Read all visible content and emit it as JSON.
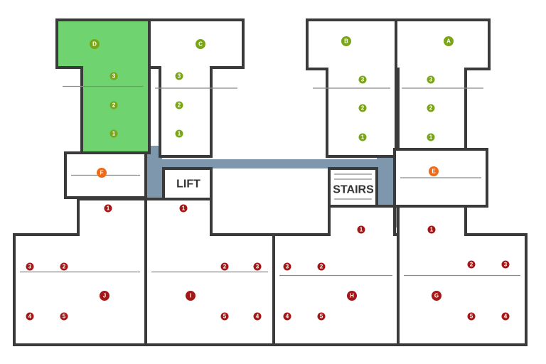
{
  "colors": {
    "selected_fill": "#6fd36f",
    "corridor": "#7f97ad",
    "green_badge": "#7aa516",
    "orange_badge": "#f06a1a",
    "red_badge": "#a51616",
    "wall": "#3a3a3a"
  },
  "selected_flat": "D",
  "labels": {
    "lift": "LIFT",
    "stairs": "STAIRS"
  },
  "flats": [
    {
      "id": "D",
      "color": "green",
      "rooms": [
        "3",
        "2",
        "1"
      ]
    },
    {
      "id": "C",
      "color": "green",
      "rooms": [
        "3",
        "2",
        "1"
      ]
    },
    {
      "id": "B",
      "color": "green",
      "rooms": [
        "3",
        "2",
        "1"
      ]
    },
    {
      "id": "A",
      "color": "green",
      "rooms": [
        "3",
        "2",
        "1"
      ]
    },
    {
      "id": "F",
      "color": "orange",
      "rooms": []
    },
    {
      "id": "E",
      "color": "orange",
      "rooms": []
    },
    {
      "id": "J",
      "color": "red",
      "rooms": [
        "1",
        "3",
        "2",
        "4",
        "5"
      ]
    },
    {
      "id": "I",
      "color": "red",
      "rooms": [
        "1",
        "2",
        "3",
        "5",
        "4"
      ]
    },
    {
      "id": "H",
      "color": "red",
      "rooms": [
        "1",
        "3",
        "2",
        "4",
        "5"
      ]
    },
    {
      "id": "G",
      "color": "red",
      "rooms": [
        "1",
        "2",
        "3",
        "5",
        "4"
      ]
    }
  ]
}
